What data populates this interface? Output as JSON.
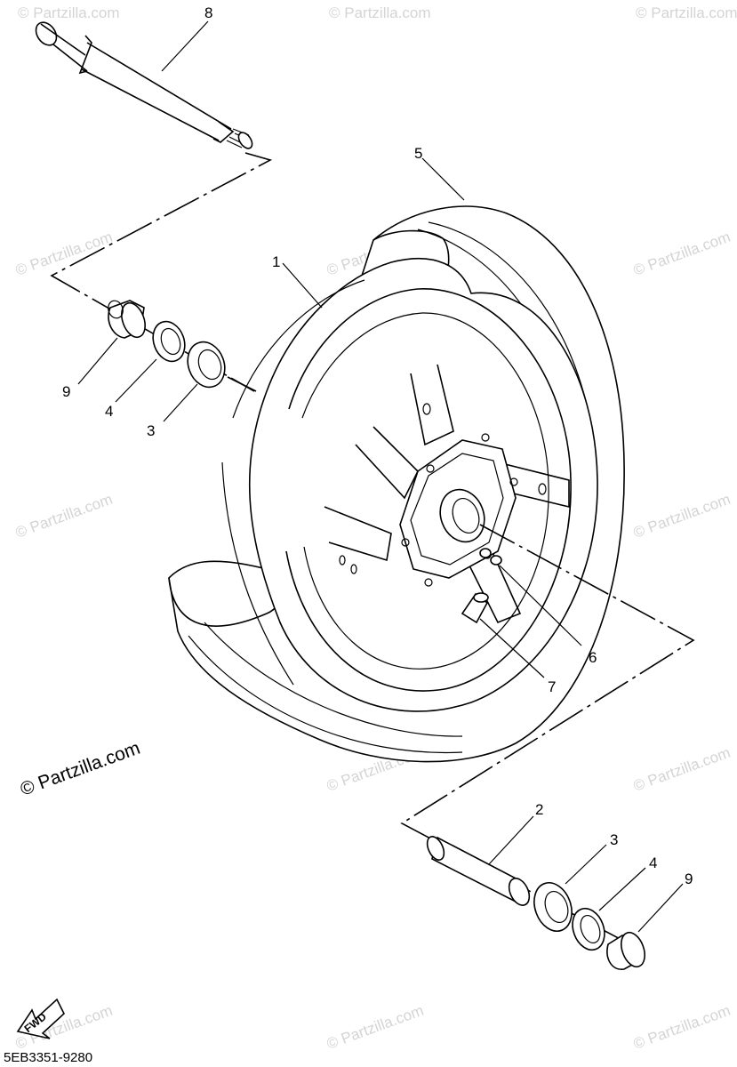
{
  "diagram": {
    "labels": {
      "p8": "8",
      "p5": "5",
      "p1": "1",
      "p9_left": "9",
      "p4_left": "4",
      "p3_left": "3",
      "p6": "6",
      "p7": "7",
      "p2": "2",
      "p3_right": "3",
      "p4_right": "4",
      "p9_right": "9"
    },
    "watermark": "© Partzilla.com",
    "fwd_label": "FWD",
    "diagram_code": "5EB3351-9280"
  }
}
